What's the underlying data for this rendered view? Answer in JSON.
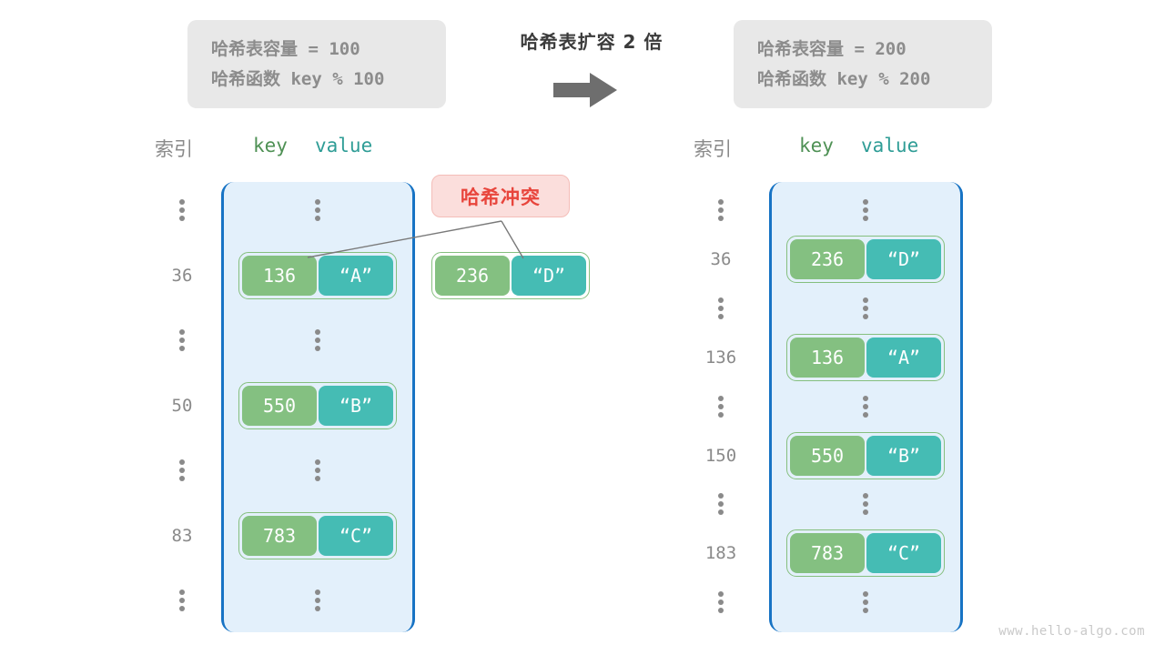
{
  "center": {
    "title": "哈希表扩容 2 倍",
    "arrow_icon": "arrow-right-icon"
  },
  "info_left": {
    "capacity_label": "哈希表容量",
    "capacity_value": " = 100",
    "function_label": "哈希函数",
    "function_value": " key % 100"
  },
  "info_right": {
    "capacity_label": "哈希表容量",
    "capacity_value": " = 200",
    "function_label": "哈希函数",
    "function_value": " key % 200"
  },
  "headers": {
    "index": "索引",
    "key": "key",
    "value": "value"
  },
  "collision": {
    "label": "哈希冲突"
  },
  "floating_entry": {
    "key": "236",
    "value": "“D”"
  },
  "left_table": {
    "rows": [
      {
        "type": "dots",
        "index": "",
        "key": "",
        "value": ""
      },
      {
        "type": "entry",
        "index": "36",
        "key": "136",
        "value": "“A”"
      },
      {
        "type": "dots",
        "index": "",
        "key": "",
        "value": ""
      },
      {
        "type": "entry",
        "index": "50",
        "key": "550",
        "value": "“B”"
      },
      {
        "type": "dots",
        "index": "",
        "key": "",
        "value": ""
      },
      {
        "type": "entry",
        "index": "83",
        "key": "783",
        "value": "“C”"
      },
      {
        "type": "dots",
        "index": "",
        "key": "",
        "value": ""
      }
    ]
  },
  "right_table": {
    "rows": [
      {
        "type": "dots",
        "index": "",
        "key": "",
        "value": ""
      },
      {
        "type": "entry",
        "index": "36",
        "key": "236",
        "value": "“D”"
      },
      {
        "type": "dots",
        "index": "",
        "key": "",
        "value": ""
      },
      {
        "type": "entry",
        "index": "136",
        "key": "136",
        "value": "“A”"
      },
      {
        "type": "dots",
        "index": "",
        "key": "",
        "value": ""
      },
      {
        "type": "entry",
        "index": "150",
        "key": "550",
        "value": "“B”"
      },
      {
        "type": "dots",
        "index": "",
        "key": "",
        "value": ""
      },
      {
        "type": "entry",
        "index": "183",
        "key": "783",
        "value": "“C”"
      },
      {
        "type": "dots",
        "index": "",
        "key": "",
        "value": ""
      }
    ]
  },
  "watermark": "www.hello-algo.com",
  "colors": {
    "key_cell": "#84c081",
    "value_cell": "#45bcb4",
    "pair_border": "#85bf7e",
    "table_bg": "#e3f0fb",
    "table_border": "#1773c4",
    "collision_bg": "#fbdedc",
    "collision_text": "#e8453c",
    "info_bg": "#e8e8e8",
    "muted_text": "#8a8a8a"
  }
}
